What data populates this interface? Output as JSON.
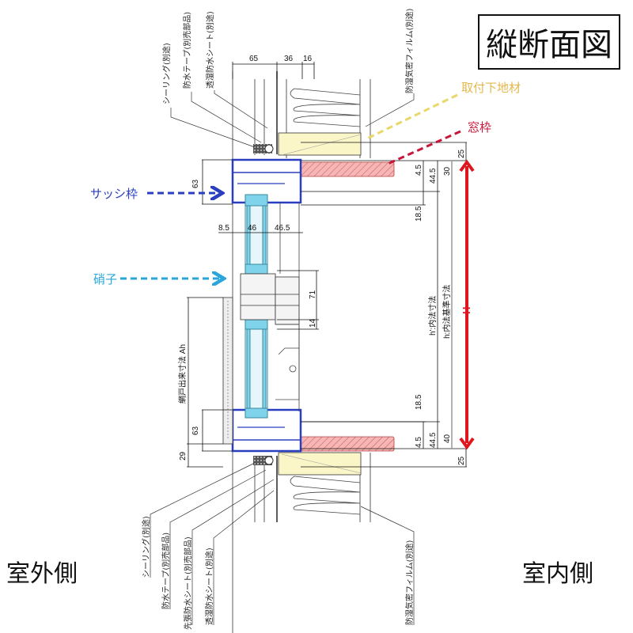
{
  "title": "縦断面図",
  "sides": {
    "exterior": "室外側",
    "interior": "室内側"
  },
  "annotations": {
    "mounting_base": {
      "label": "取付下地材",
      "color": "#e8c85a"
    },
    "window_frame": {
      "label": "窓枠",
      "color": "#c8163a"
    },
    "sash_frame": {
      "label": "サッシ枠",
      "color": "#2a3fbf"
    },
    "glass": {
      "label": "硝子",
      "color": "#2aa6d8"
    }
  },
  "callouts_top": [
    "シーリング(別途)",
    "防水テープ(別売部品)",
    "透湿防水シート(別途)",
    "防湿気密フィルム(別途)"
  ],
  "callouts_bottom": [
    "シーリング(別途)",
    "防水テープ(別売部品)",
    "先張防水シート(別売部品)",
    "透湿防水シート(別途)",
    "防湿気密フィルム(別途)"
  ],
  "dimensions": {
    "top": [
      "65",
      "36",
      "16"
    ],
    "glass_row": [
      "8.5",
      "46",
      "46.5"
    ],
    "sash_top_63": "63",
    "sash_bottom_63": "63",
    "bottom_29": "29",
    "meeting_71": "71",
    "meeting_14": "14",
    "right_top": [
      "25",
      "4.5",
      "44.5",
      "30",
      "18.5"
    ],
    "right_bottom": [
      "18.5",
      "4.5",
      "44.5",
      "40",
      "25"
    ],
    "h_prime": "h':内法寸法",
    "h": "h:内法基準寸法",
    "H": "H",
    "screen_height": "網戸出来寸法 Ah"
  },
  "colors": {
    "sash": "#2a3fbf",
    "glass": "#7fd3ea",
    "wood_base": "#fbf6c8",
    "frame_hatch": "#f2a8a8",
    "H_arrow": "#e0161e"
  }
}
